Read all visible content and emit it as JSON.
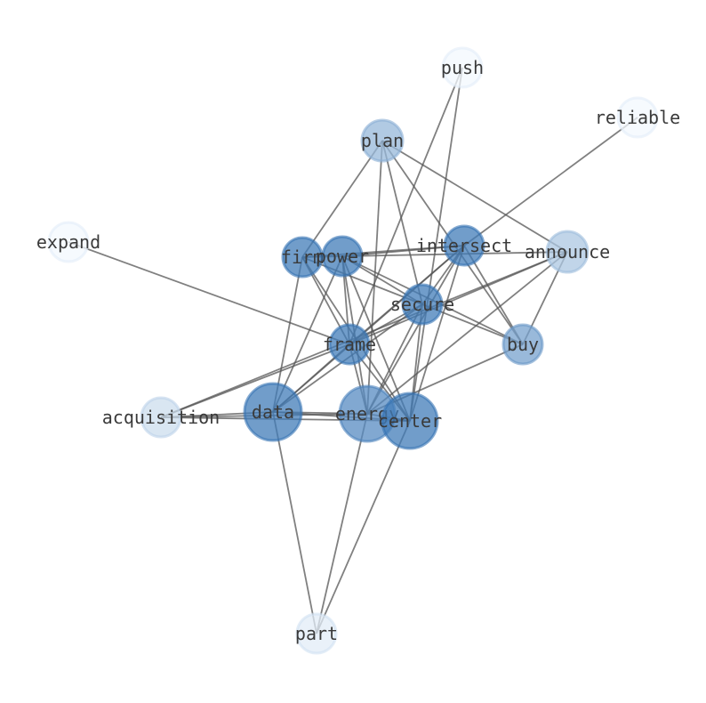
{
  "graph": {
    "nodes": [
      {
        "id": "push",
        "label": "push",
        "weight": 0.02
      },
      {
        "id": "reliable",
        "label": "reliable",
        "weight": 0.02
      },
      {
        "id": "plan",
        "label": "plan",
        "weight": 0.45
      },
      {
        "id": "expand",
        "label": "expand",
        "weight": 0.02
      },
      {
        "id": "firm",
        "label": "firm",
        "weight": 0.85
      },
      {
        "id": "power",
        "label": "power",
        "weight": 0.85
      },
      {
        "id": "intersect",
        "label": "intersect",
        "weight": 0.85
      },
      {
        "id": "announce",
        "label": "announce",
        "weight": 0.35
      },
      {
        "id": "secure",
        "label": "secure",
        "weight": 0.85
      },
      {
        "id": "buy",
        "label": "buy",
        "weight": 0.6
      },
      {
        "id": "frame",
        "label": "frame",
        "weight": 0.85
      },
      {
        "id": "acquisition",
        "label": "acquisition",
        "weight": 0.2
      },
      {
        "id": "data",
        "label": "data",
        "weight": 0.85
      },
      {
        "id": "energy",
        "label": "energy",
        "weight": 0.75
      },
      {
        "id": "center",
        "label": "center",
        "weight": 0.85
      },
      {
        "id": "part",
        "label": "part",
        "weight": 0.1
      }
    ],
    "edges": [
      [
        "push",
        "frame"
      ],
      [
        "push",
        "center"
      ],
      [
        "reliable",
        "intersect"
      ],
      [
        "plan",
        "firm"
      ],
      [
        "plan",
        "secure"
      ],
      [
        "plan",
        "buy"
      ],
      [
        "plan",
        "announce"
      ],
      [
        "plan",
        "energy"
      ],
      [
        "expand",
        "frame"
      ],
      [
        "firm",
        "power"
      ],
      [
        "firm",
        "intersect"
      ],
      [
        "firm",
        "secure"
      ],
      [
        "firm",
        "frame"
      ],
      [
        "firm",
        "data"
      ],
      [
        "firm",
        "center"
      ],
      [
        "power",
        "intersect"
      ],
      [
        "power",
        "announce"
      ],
      [
        "power",
        "secure"
      ],
      [
        "power",
        "buy"
      ],
      [
        "power",
        "frame"
      ],
      [
        "power",
        "data"
      ],
      [
        "power",
        "energy"
      ],
      [
        "power",
        "center"
      ],
      [
        "intersect",
        "secure"
      ],
      [
        "intersect",
        "buy"
      ],
      [
        "intersect",
        "frame"
      ],
      [
        "intersect",
        "data"
      ],
      [
        "intersect",
        "energy"
      ],
      [
        "intersect",
        "center"
      ],
      [
        "announce",
        "buy"
      ],
      [
        "announce",
        "frame"
      ],
      [
        "announce",
        "acquisition"
      ],
      [
        "announce",
        "energy"
      ],
      [
        "secure",
        "buy"
      ],
      [
        "secure",
        "frame"
      ],
      [
        "secure",
        "data"
      ],
      [
        "secure",
        "energy"
      ],
      [
        "secure",
        "center"
      ],
      [
        "buy",
        "energy"
      ],
      [
        "frame",
        "acquisition"
      ],
      [
        "frame",
        "data"
      ],
      [
        "frame",
        "energy"
      ],
      [
        "frame",
        "center"
      ],
      [
        "acquisition",
        "data"
      ],
      [
        "acquisition",
        "energy"
      ],
      [
        "acquisition",
        "center"
      ],
      [
        "data",
        "energy"
      ],
      [
        "data",
        "center"
      ],
      [
        "data",
        "part"
      ],
      [
        "energy",
        "center"
      ],
      [
        "energy",
        "part"
      ],
      [
        "center",
        "part"
      ]
    ]
  }
}
